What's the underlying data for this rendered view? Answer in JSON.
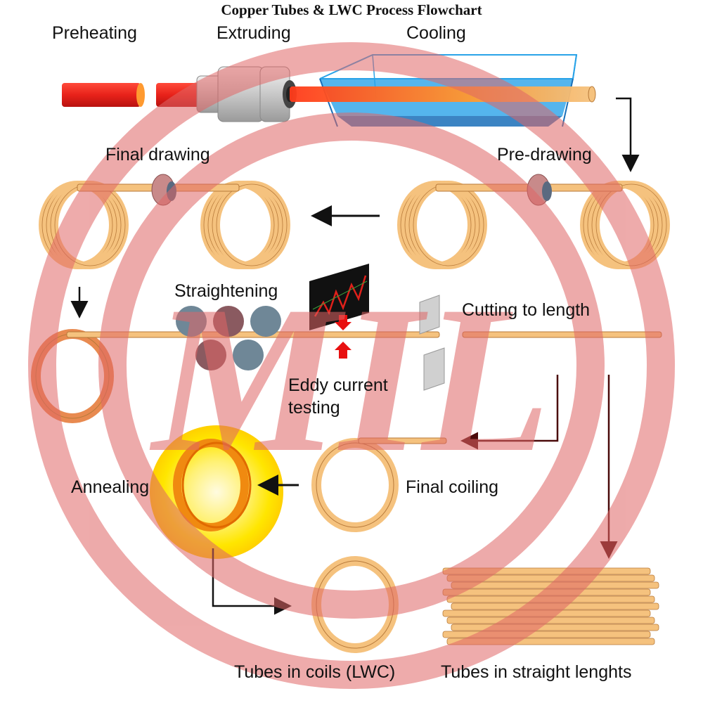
{
  "title": "Copper Tubes & LWC Process Flowchart",
  "stages": {
    "preheating": "Preheating",
    "extruding": "Extruding",
    "cooling": "Cooling",
    "pre_drawing": "Pre-drawing",
    "final_drawing": "Final drawing",
    "straightening": "Straightening",
    "eddy_line1": "Eddy current",
    "eddy_line2": "testing",
    "cutting": "Cutting to length",
    "annealing": "Annealing",
    "final_coiling": "Final coiling",
    "tubes_coils": "Tubes in coils (LWC)",
    "tubes_straight": "Tubes in straight lenghts"
  },
  "watermark": {
    "text": "MIL",
    "color": "#e06666"
  },
  "colors": {
    "copper": "#f5c27e",
    "copper_outline": "#b87a3a",
    "hot_billet": "#e8221a",
    "water": "#2aa3e8",
    "arrow": "#111111",
    "glow": "#ffe600"
  }
}
